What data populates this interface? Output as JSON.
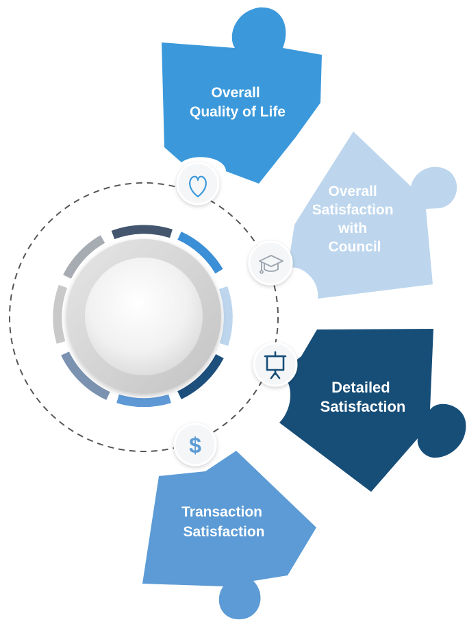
{
  "colors": {
    "piece_quality": "#3b99db",
    "piece_council": "#bdd6ed",
    "piece_detailed": "#174e78",
    "piece_transaction": "#5c9bd5",
    "dashed_ring": "#555555",
    "icon_fill": "#f4f6f8",
    "segment_dark": "#44566e",
    "segment_blue": "#3b8fd6",
    "segment_light": "#bdd6ed",
    "segment_navy": "#1d4f7c",
    "segment_mid": "#5e99d6",
    "segment_steel": "#7b93b0",
    "segment_grey": "#c9c9c9",
    "segment_grey2": "#a7acb2"
  },
  "pieces": [
    {
      "id": "quality",
      "lines": [
        "Overall",
        "Quality of Life"
      ],
      "icon": "heart-icon"
    },
    {
      "id": "council",
      "lines": [
        "Overall",
        "Satisfaction",
        "with",
        "Council"
      ],
      "icon": "graduation-cap-icon"
    },
    {
      "id": "detailed",
      "lines": [
        "Detailed",
        "Satisfaction"
      ],
      "icon": "presentation-board-icon"
    },
    {
      "id": "transaction",
      "lines": [
        "Transaction",
        "Satisfaction"
      ],
      "icon": "dollar-sign-icon"
    }
  ],
  "icons": {
    "dollar_glyph": "$"
  }
}
